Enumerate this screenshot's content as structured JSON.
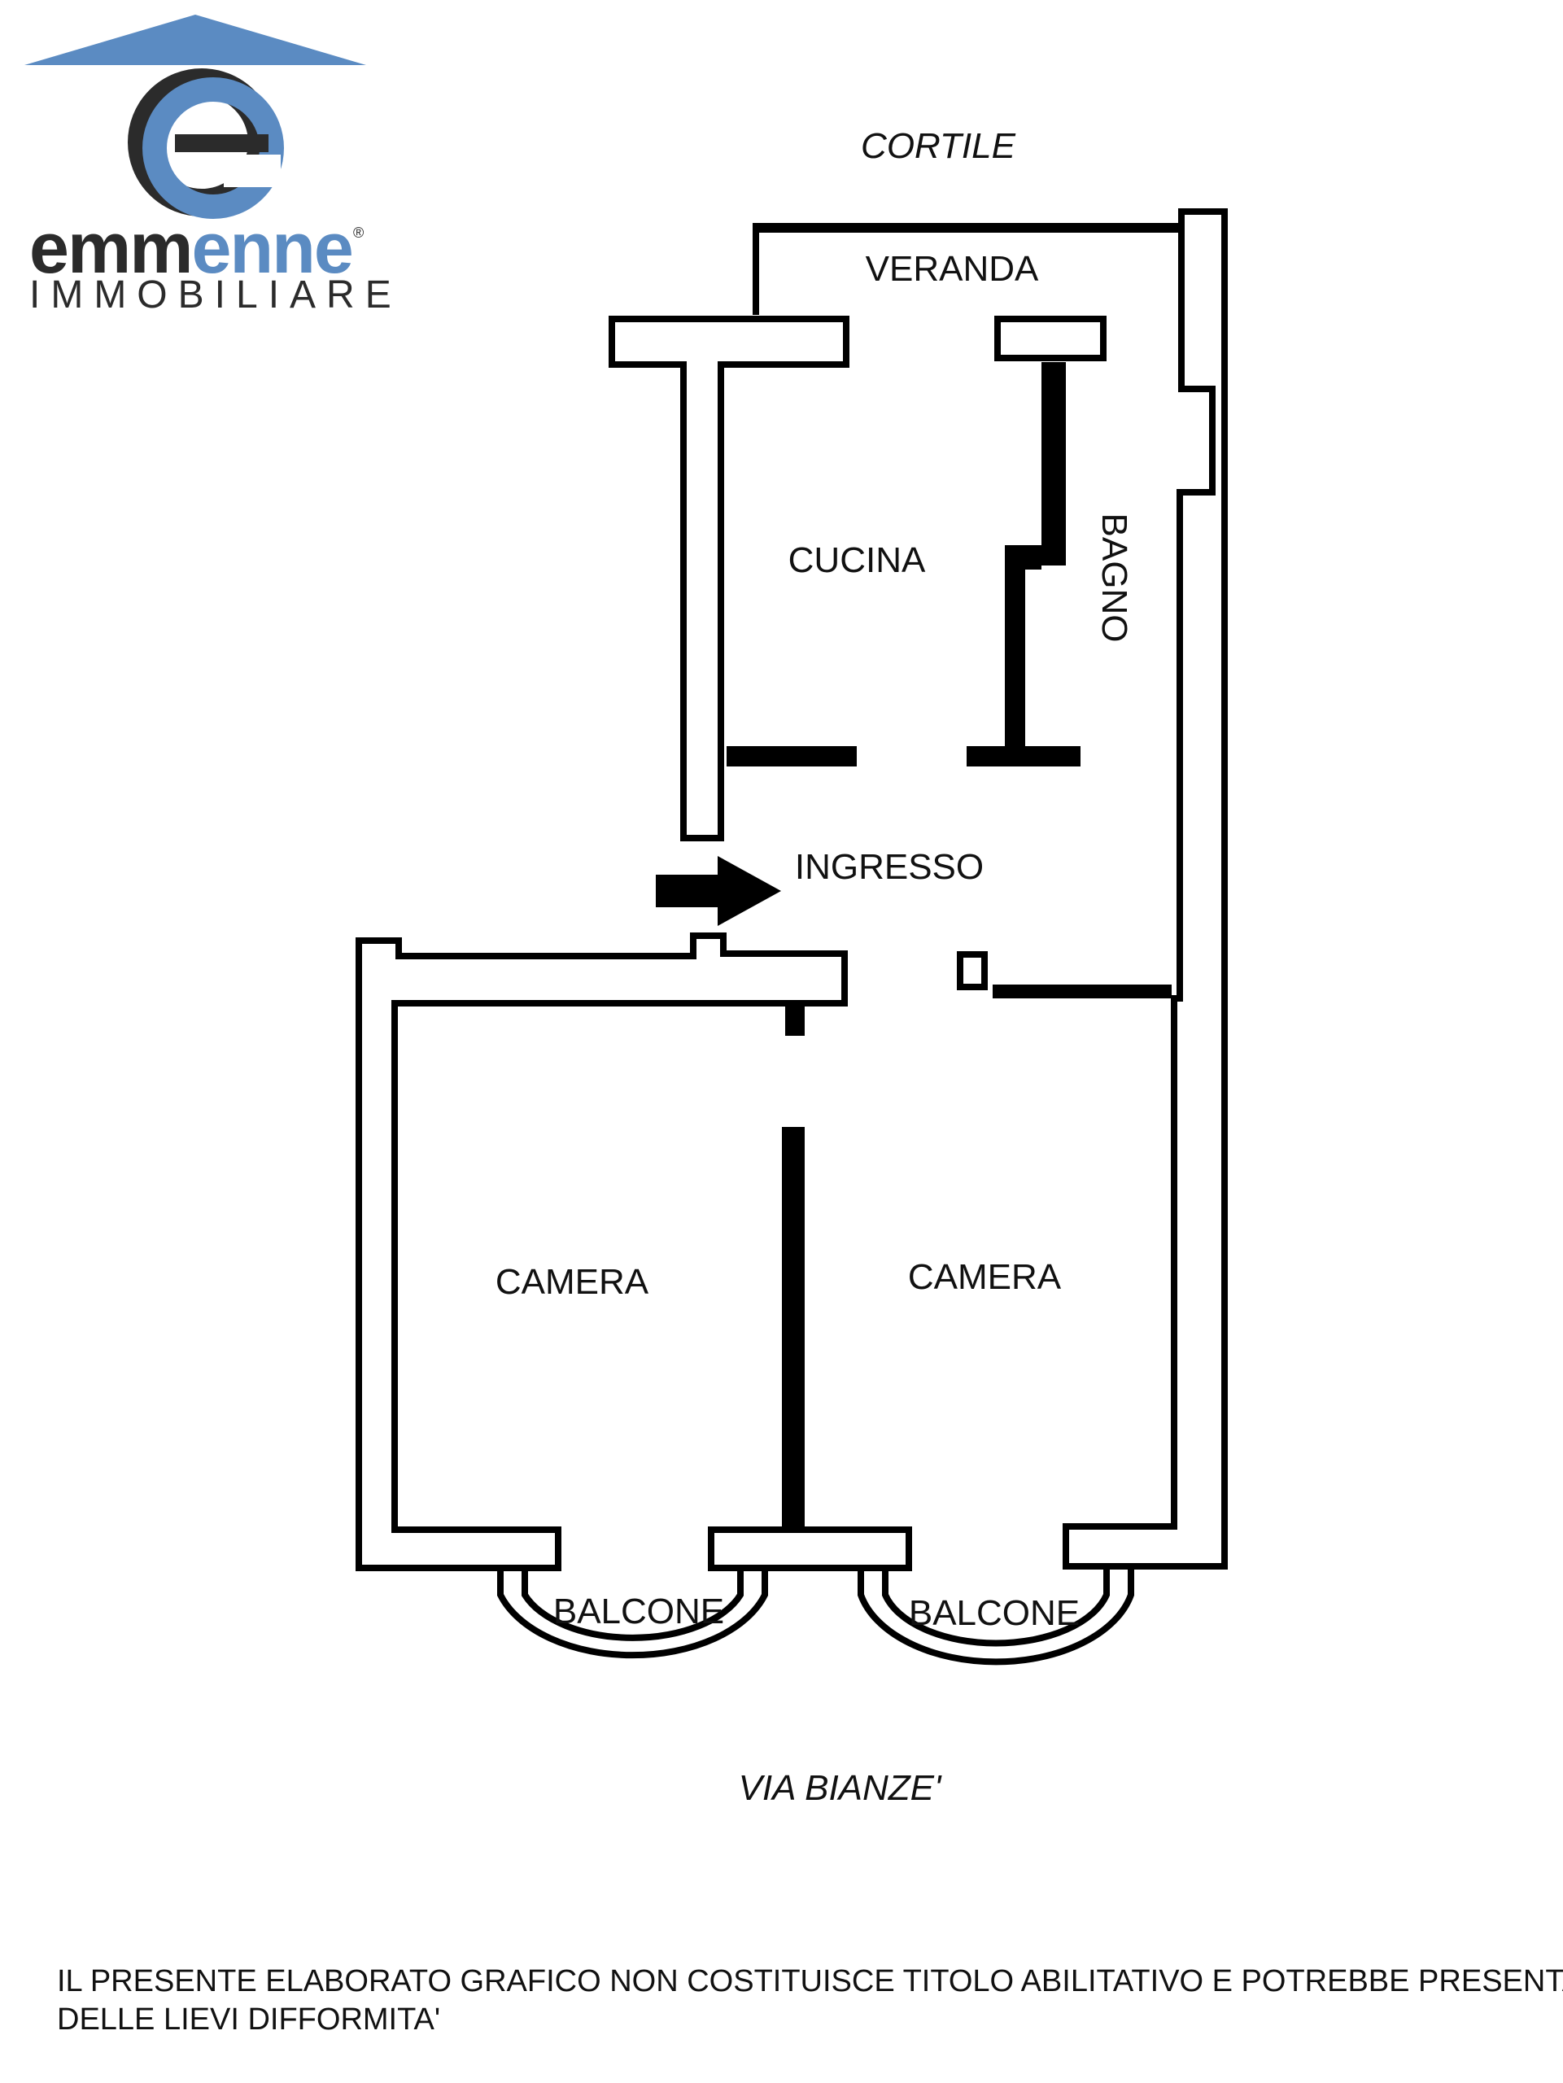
{
  "logo": {
    "brand_part1": "emm",
    "brand_part2": "enne",
    "registered": "®",
    "subtitle": "IMMOBILIARE",
    "letter": "e",
    "colors": {
      "blue": "#5b8bc2",
      "dark": "#2b2b2b"
    }
  },
  "plan": {
    "north_label": "CORTILE",
    "south_label": "VIA BIANZE'",
    "rooms": {
      "veranda": "VERANDA",
      "cucina": "CUCINA",
      "bagno": "BAGNO",
      "ingresso": "INGRESSO",
      "camera_left": "CAMERA",
      "camera_right": "CAMERA",
      "balcone_left": "BALCONE",
      "balcone_right": "BALCONE"
    },
    "icons": {
      "entry": "entry-arrow-icon"
    }
  },
  "disclaimer": {
    "line1": "IL PRESENTE ELABORATO GRAFICO NON COSTITUISCE TITOLO ABILITATIVO E POTREBBE PRESENTARE",
    "line2": "DELLE LIEVI DIFFORMITA'"
  }
}
